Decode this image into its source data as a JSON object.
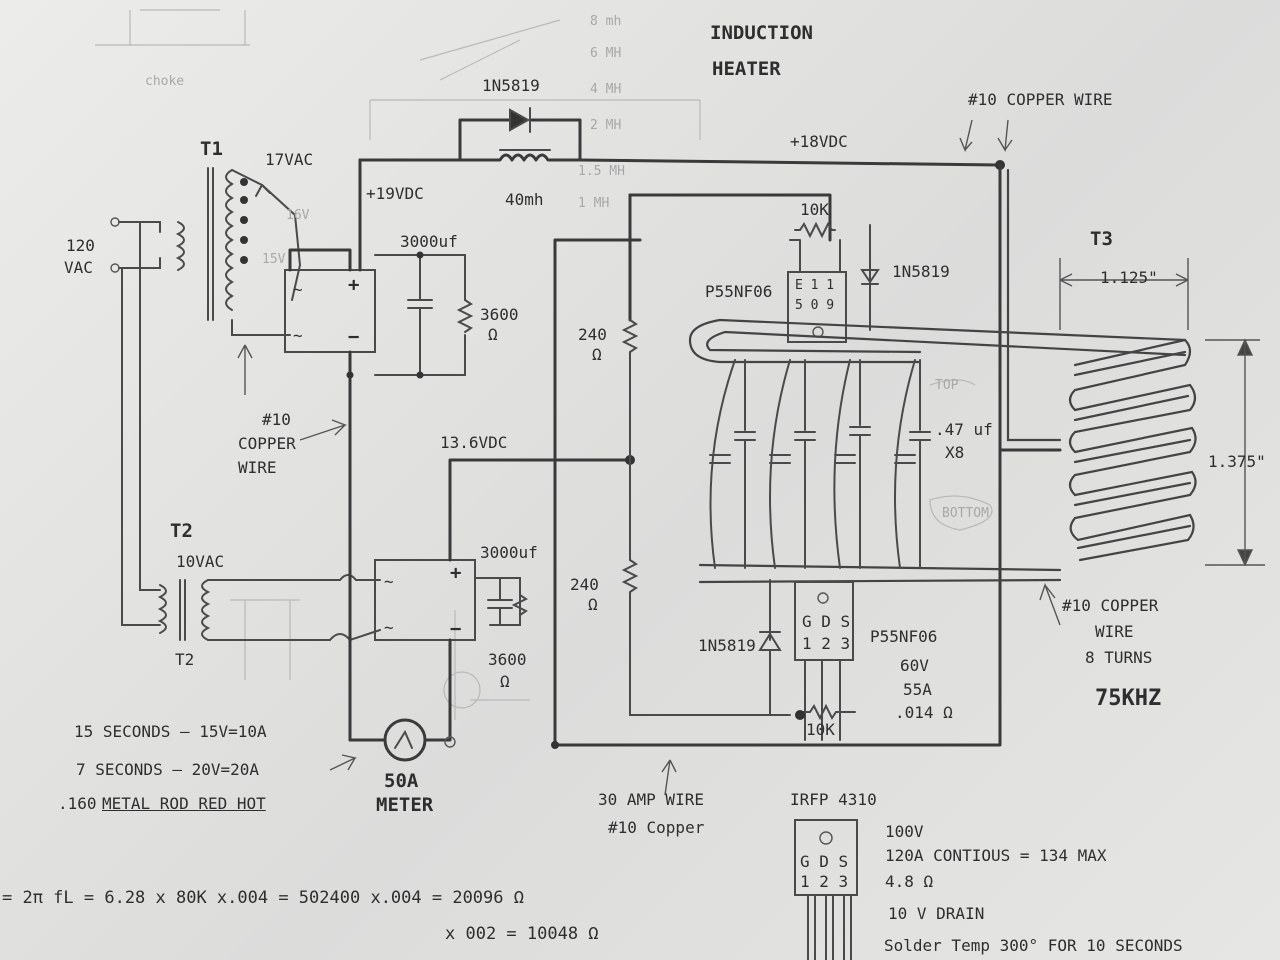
{
  "title_line1": "INDUCTION",
  "title_line2": "HEATER",
  "labels": {
    "mains_volts": "120",
    "mains_unit": "VAC",
    "t1": "T1",
    "t1_tap": "17VAC",
    "t2": "T2",
    "t2_lower": "T2",
    "t2_volts": "10VAC",
    "t3": "T3",
    "diode_top": "1N5819",
    "choke": "40mh",
    "vdc_18": "+18VDC",
    "vdc_19": "+19VDC",
    "vdc_136": "13.6VDC",
    "cap_top": "3000uf",
    "res_top": "3600",
    "res_top_unit": "Ω",
    "cap_low": "3000uf",
    "res_low": "3600",
    "res_low_unit": "Ω",
    "copper_top": "#10 COPPER WIRE",
    "copper_mid_1": "#10",
    "copper_mid_2": "COPPER",
    "copper_mid_3": "WIRE",
    "res_10k_top": "10K",
    "res_10k_bottom": "10K",
    "mosfet_top": "P55NF06",
    "mosfet_bottom": "P55NF06",
    "diode_gate_top": "1N5819",
    "diode_gate_bottom": "1N5819",
    "r240_top": "240",
    "r240_top_unit": "Ω",
    "r240_bottom": "240",
    "r240_bottom_unit": "Ω",
    "cap_bank_1": ".47 uf",
    "cap_bank_2": "X8",
    "coil_width": "1.125\"",
    "coil_height": "1.375\"",
    "coil_wire_1": "#10 COPPER",
    "coil_wire_2": "WIRE",
    "coil_turns": "8 TURNS",
    "frequency": "75KHZ",
    "mosfet_spec_1": "60V",
    "mosfet_spec_2": "55A",
    "mosfet_spec_3": ".014 Ω",
    "pin_letters": "G D S",
    "pin_numbers": "1 2 3",
    "pin_letters_top": "E 1 1",
    "pin_numbers_top": "5 0 9",
    "meter_1": "50A",
    "meter_2": "METER",
    "wire_30a_1": "30 AMP WIRE",
    "wire_30a_2": "#10 Copper",
    "rectifier_plus": "+",
    "rectifier_minus": "−",
    "rectifier_ac": "~"
  },
  "notes": {
    "line1": "15 SECONDS — 15V=10A",
    "line2": "7 SECONDS — 20V=20A",
    "line3_prefix": ".160",
    "line3_suffix": "METAL ROD RED HOT"
  },
  "irfp": {
    "name": "IRFP 4310",
    "spec1": "100V",
    "spec2": "120A CONTIOUS = 134 MAX",
    "spec3": "4.8 Ω",
    "spec4": "10 V DRAIN",
    "spec5": "Solder Temp 300° FOR 10 SECONDS",
    "pins_letters": "G D S",
    "pins_numbers": "1 2 3"
  },
  "formula": {
    "line1": "= 2π fL = 6.28 x 80K x.004 = 502400 x.004 = 20096 Ω",
    "line2": "x 002 = 10048 Ω"
  },
  "ghost": {
    "choke_word": "choke",
    "inductances": [
      "8 mh",
      "6 MH",
      "4 MH",
      "2 MH",
      "1.5 MH",
      "1 MH"
    ],
    "t1_tap_16": "16V",
    "t1_tap_15": "15V",
    "top": "TOP",
    "bottom": "BOTTOM"
  }
}
